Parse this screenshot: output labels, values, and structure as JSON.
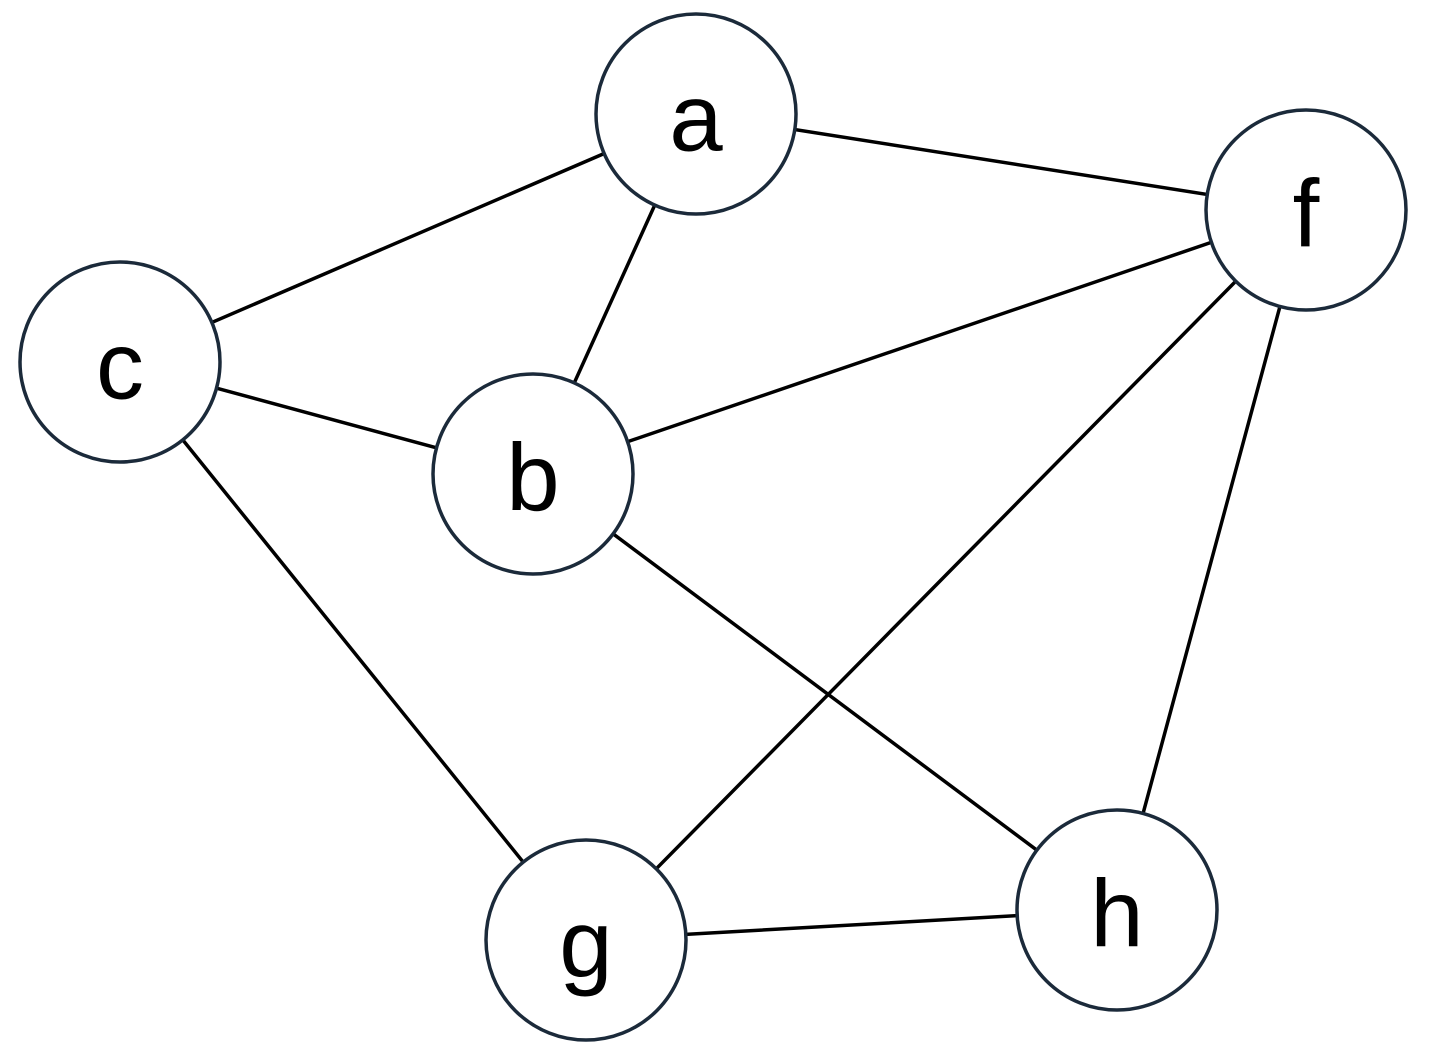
{
  "diagram": {
    "type": "undirected-graph",
    "nodes": [
      {
        "id": "a",
        "label": "a"
      },
      {
        "id": "b",
        "label": "b"
      },
      {
        "id": "c",
        "label": "c"
      },
      {
        "id": "f",
        "label": "f"
      },
      {
        "id": "g",
        "label": "g"
      },
      {
        "id": "h",
        "label": "h"
      }
    ],
    "edges": [
      {
        "from": "c",
        "to": "a"
      },
      {
        "from": "a",
        "to": "f"
      },
      {
        "from": "a",
        "to": "b"
      },
      {
        "from": "c",
        "to": "b"
      },
      {
        "from": "b",
        "to": "f"
      },
      {
        "from": "c",
        "to": "g"
      },
      {
        "from": "b",
        "to": "h"
      },
      {
        "from": "g",
        "to": "f"
      },
      {
        "from": "f",
        "to": "h"
      },
      {
        "from": "g",
        "to": "h"
      }
    ],
    "colors": {
      "node_stroke": "#1b2a3a",
      "edge": "#000000",
      "label": "#000000",
      "background": "#ffffff"
    }
  }
}
